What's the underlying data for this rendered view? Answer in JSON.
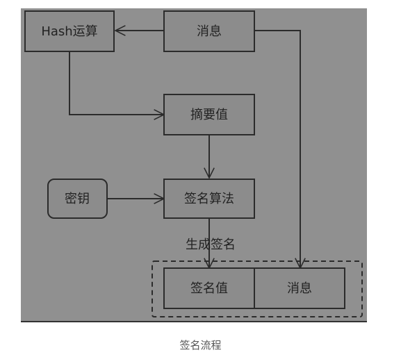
{
  "diagram": {
    "nodes": {
      "hash": "Hash运算",
      "message": "消息",
      "digest": "摘要值",
      "key": "密钥",
      "algorithm": "签名算法",
      "signature_value": "签名值",
      "message_out": "消息"
    },
    "edge_labels": {
      "generate_signature": "生成签名"
    }
  },
  "caption": "签名流程",
  "colors": {
    "background": "#909090",
    "box_fill": "#8c8c8c",
    "line": "#2b2b2b",
    "caption": "#555555"
  }
}
